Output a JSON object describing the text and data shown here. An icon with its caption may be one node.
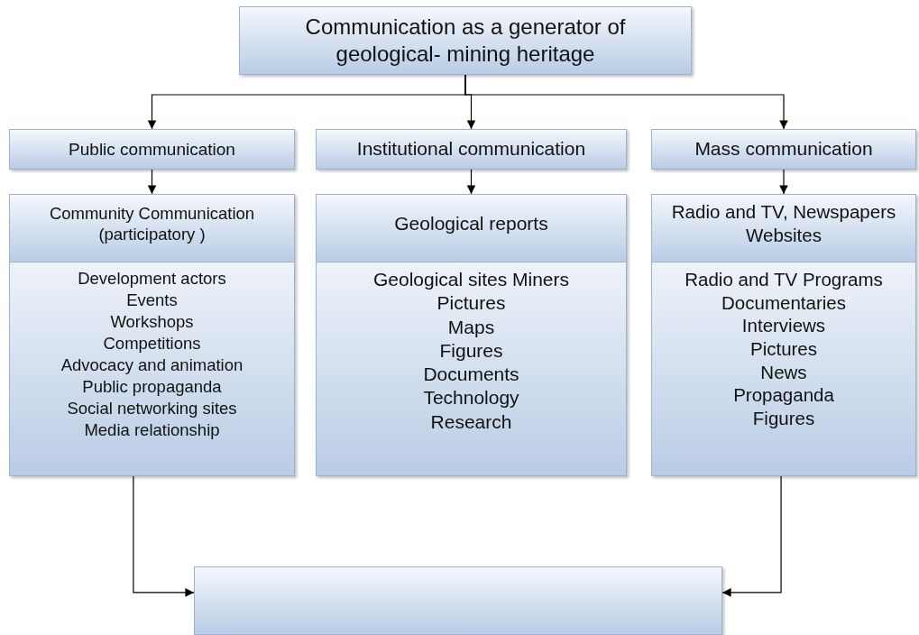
{
  "diagram": {
    "nodes": [
      {
        "text": [
          "Communication as a generator of geological- mining heritage"
        ]
      },
      {
        "text": [
          "Public communication"
        ]
      },
      {
        "text": [
          "Institutional communication"
        ]
      },
      {
        "text": [
          "Mass communication"
        ]
      },
      {
        "text": [
          "Community Communication (participatory )",
          "Development actors",
          "Events",
          "Workshops",
          "Competitions",
          "Advocacy and animation",
          "Public propaganda",
          "Social networking sites",
          "Media relationship"
        ]
      },
      {
        "text": [
          "Geological reports",
          "Geological sites Miners",
          "Pictures",
          "Maps",
          "Figures",
          "Documents",
          "Technology",
          "Research"
        ]
      },
      {
        "text": [
          "Radio and TV, Newspapers Websites",
          "Radio and TV Programs",
          "Documentaries",
          "Interviews",
          "Pictures",
          "News",
          "Propaganda",
          "Figures"
        ]
      },
      {
        "text": [],
        "shape": "box"
      }
    ],
    "edges": [
      {
        "from": 0,
        "to": 1,
        "arrow": "to"
      },
      {
        "from": 0,
        "to": 2,
        "arrow": "to"
      },
      {
        "from": 0,
        "to": 3,
        "arrow": "to"
      },
      {
        "from": 1,
        "to": 4,
        "arrow": "to"
      },
      {
        "from": 2,
        "to": 5,
        "arrow": "to"
      },
      {
        "from": 3,
        "to": 6,
        "arrow": "to"
      },
      {
        "from": 4,
        "to": 7,
        "arrow": "to"
      },
      {
        "from": 6,
        "to": 7,
        "arrow": "to"
      }
    ]
  }
}
